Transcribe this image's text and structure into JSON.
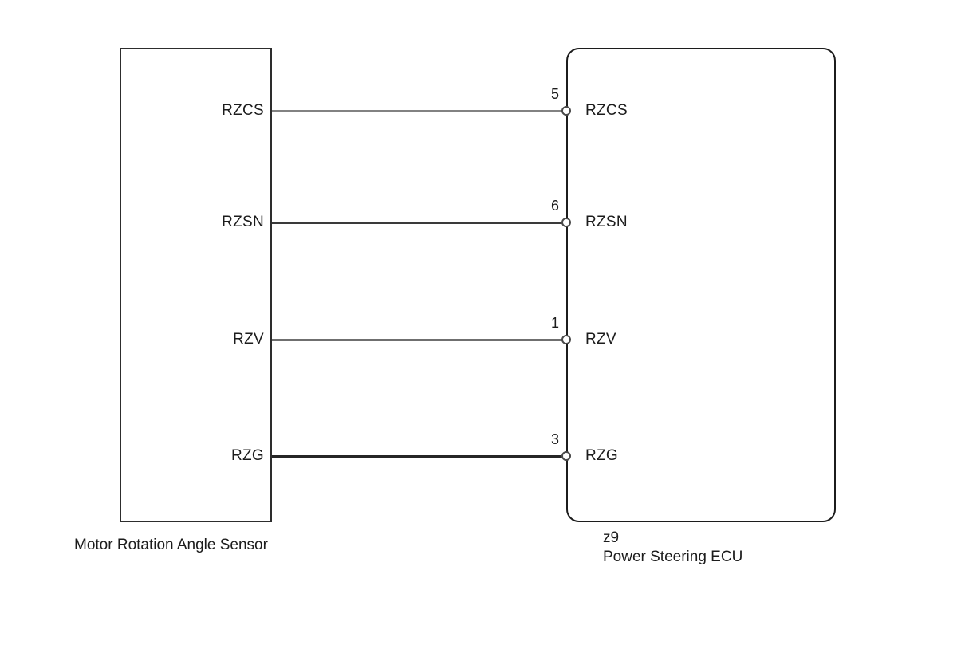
{
  "diagram": {
    "left_component": {
      "caption": "Motor Rotation Angle Sensor"
    },
    "right_component": {
      "code": "z9",
      "caption": "Power Steering ECU"
    },
    "connections": [
      {
        "left_label": "RZCS",
        "pin": "5",
        "right_label": "RZCS",
        "wire_color": "#828282"
      },
      {
        "left_label": "RZSN",
        "pin": "6",
        "right_label": "RZSN",
        "wire_color": "#3a3a3a"
      },
      {
        "left_label": "RZV",
        "pin": "1",
        "right_label": "RZV",
        "wire_color": "#6f6f6f"
      },
      {
        "left_label": "RZG",
        "pin": "3",
        "right_label": "RZG",
        "wire_color": "#262626"
      }
    ]
  }
}
